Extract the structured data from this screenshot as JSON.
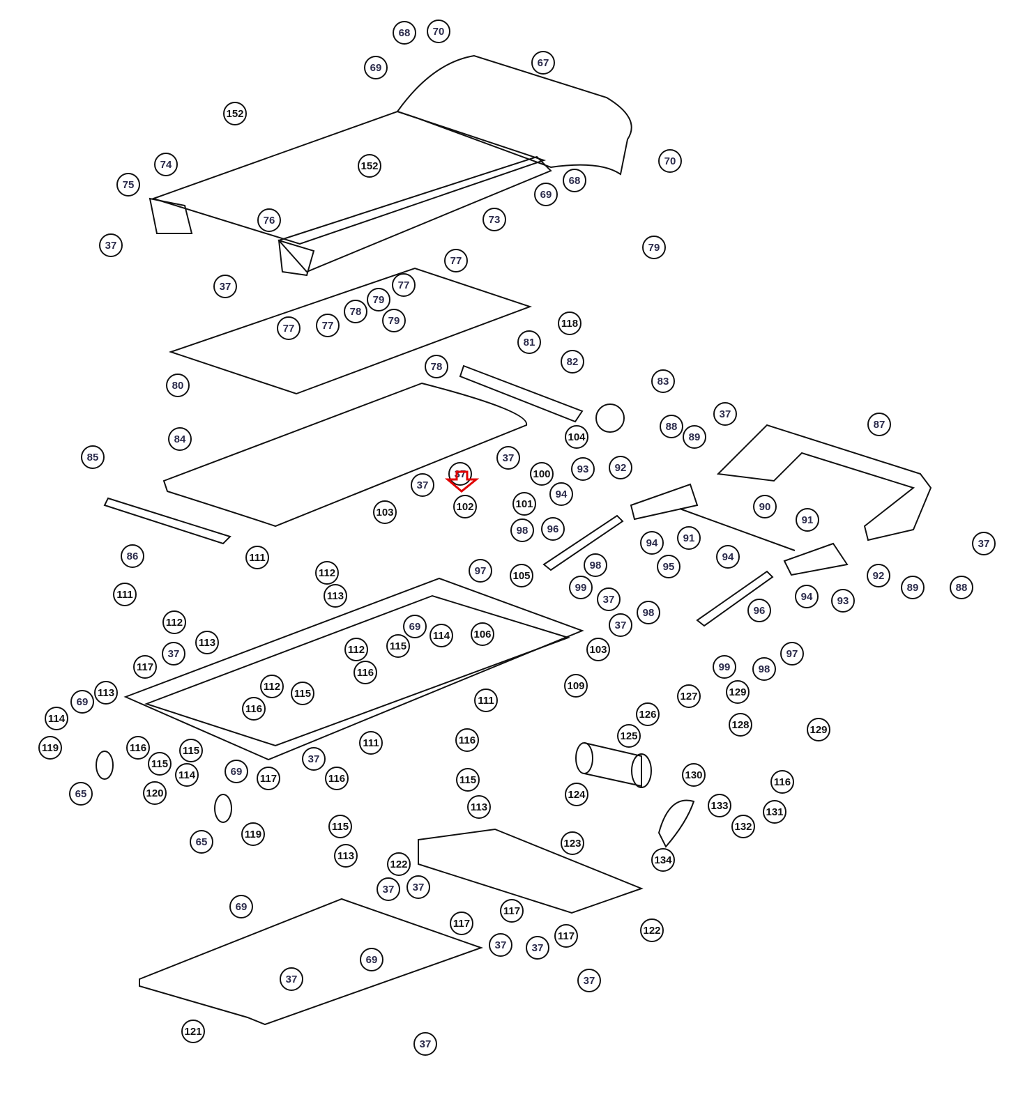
{
  "diagram": {
    "type": "exploded-parts-diagram",
    "highlight_color": "#e00000",
    "highlight_icon": "down-arrow-icon",
    "callouts": [
      "68",
      "70",
      "69",
      "67",
      "152",
      "70",
      "152",
      "74",
      "75",
      "69",
      "68",
      "73",
      "76",
      "37",
      "79",
      "77",
      "37",
      "77",
      "79",
      "78",
      "79",
      "77",
      "77",
      "118",
      "81",
      "82",
      "78",
      "80",
      "83",
      "37",
      "87",
      "88",
      "89",
      "84",
      "104",
      "85",
      "37",
      "93",
      "92",
      "100",
      "37",
      "37",
      "102",
      "101",
      "94",
      "90",
      "103",
      "91",
      "98",
      "96",
      "94",
      "91",
      "37",
      "86",
      "111",
      "112",
      "97",
      "105",
      "98",
      "95",
      "94",
      "92",
      "113",
      "111",
      "99",
      "37",
      "94",
      "93",
      "89",
      "88",
      "112",
      "69",
      "114",
      "106",
      "37",
      "98",
      "96",
      "103",
      "113",
      "37",
      "112",
      "115",
      "97",
      "117",
      "116",
      "99",
      "98",
      "109",
      "113",
      "69",
      "112",
      "115",
      "111",
      "127",
      "129",
      "114",
      "116",
      "126",
      "128",
      "129",
      "119",
      "116",
      "115",
      "125",
      "116",
      "111",
      "115",
      "37",
      "69",
      "114",
      "117",
      "116",
      "115",
      "130",
      "116",
      "65",
      "120",
      "124",
      "133",
      "113",
      "131",
      "132",
      "119",
      "115",
      "65",
      "113",
      "123",
      "134",
      "122",
      "37",
      "37",
      "117",
      "69",
      "117",
      "117",
      "122",
      "37",
      "37",
      "37",
      "69",
      "37",
      "121",
      "37"
    ]
  }
}
